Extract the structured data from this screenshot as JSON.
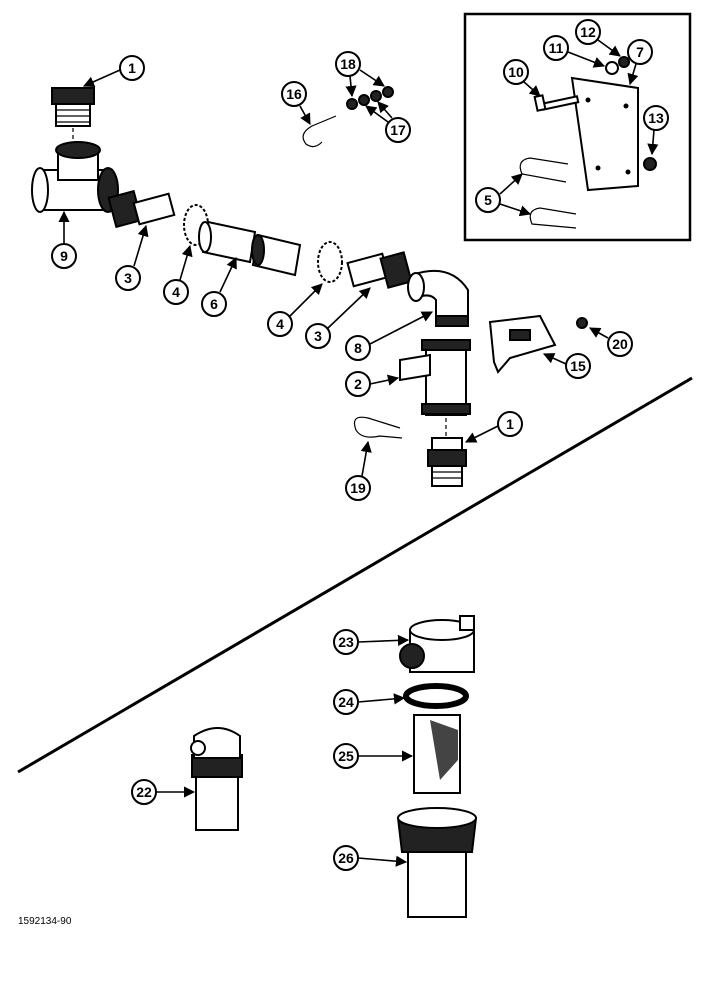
{
  "callouts": {
    "c1a": "1",
    "c1b": "1",
    "c2": "2",
    "c3a": "3",
    "c3b": "3",
    "c4a": "4",
    "c4b": "4",
    "c5": "5",
    "c6": "6",
    "c7": "7",
    "c8": "8",
    "c9": "9",
    "c10": "10",
    "c11": "11",
    "c12": "12",
    "c13": "13",
    "c15": "15",
    "c16": "16",
    "c17": "17",
    "c18": "18",
    "c19": "19",
    "c20": "20",
    "c22": "22",
    "c23": "23",
    "c24": "24",
    "c25": "25",
    "c26": "26"
  },
  "document_number": "1592134-90"
}
